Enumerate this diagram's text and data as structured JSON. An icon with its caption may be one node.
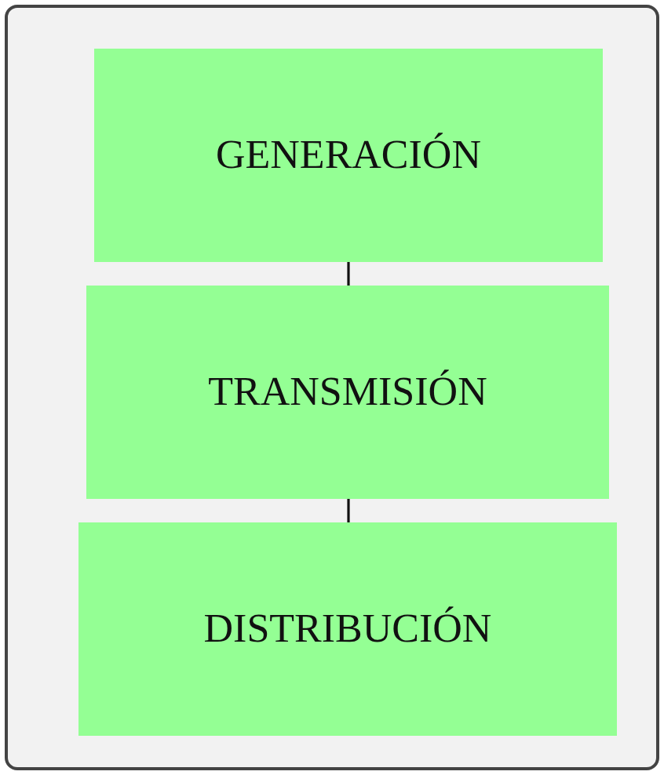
{
  "diagram": {
    "nodes": [
      {
        "text": [
          "GENERACIÓN"
        ]
      },
      {
        "text": [
          "TRANSMISIÓN"
        ]
      },
      {
        "text": [
          "DISTRIBUCIÓN"
        ]
      }
    ],
    "edges": [
      {
        "from": 0,
        "to": 1,
        "arrow": "none"
      },
      {
        "from": 1,
        "to": 2,
        "arrow": "none"
      }
    ]
  }
}
